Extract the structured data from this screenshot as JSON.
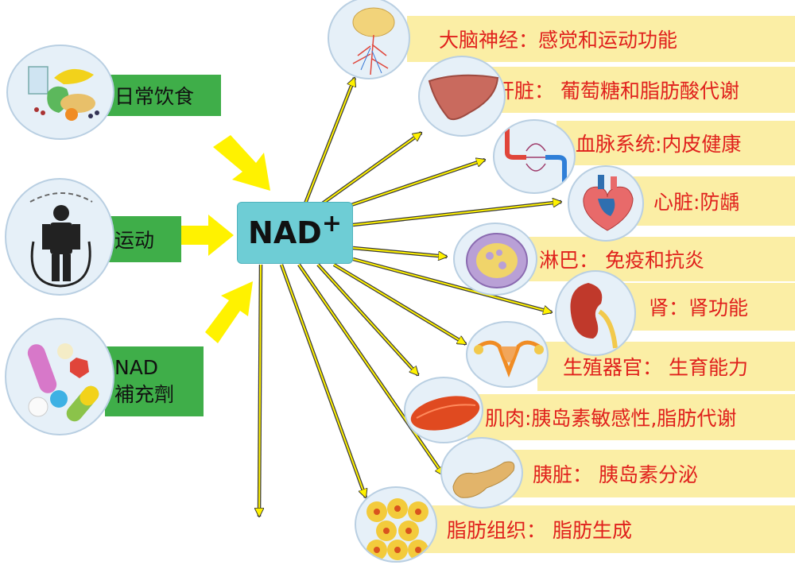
{
  "center": {
    "label": "NAD",
    "superscript": "+"
  },
  "sources": [
    {
      "label": "日常饮食",
      "icon": "food-icon"
    },
    {
      "label": "运动",
      "icon": "jump-rope-icon"
    },
    {
      "label": "NAD\n補充劑",
      "icon": "pills-icon"
    }
  ],
  "targets": [
    {
      "label": "大脑神经：感觉和运动功能",
      "icon": "brain-icon"
    },
    {
      "label": "肝脏：  葡萄糖和脂肪酸代谢",
      "icon": "liver-icon"
    },
    {
      "label": "血脉系统:内皮健康",
      "icon": "blood-vessel-icon"
    },
    {
      "label": "心脏:防龋",
      "icon": "heart-icon"
    },
    {
      "label": "淋巴：  免疫和抗炎",
      "icon": "lymph-icon"
    },
    {
      "label": "肾：肾功能",
      "icon": "kidney-icon"
    },
    {
      "label": "生殖器官：  生育能力",
      "icon": "uterus-icon"
    },
    {
      "label": "肌肉:胰岛素敏感性,脂肪代谢",
      "icon": "muscle-icon"
    },
    {
      "label": "胰脏：  胰岛素分泌",
      "icon": "pancreas-icon"
    },
    {
      "label": "脂肪组织：  脂肪生成",
      "icon": "fat-tissue-icon"
    }
  ],
  "colors": {
    "source_box": "#3fae49",
    "target_box": "#fbeea5",
    "target_text": "#e0201c",
    "center_box": "#6ecdd5",
    "arrow": "#fff200"
  }
}
